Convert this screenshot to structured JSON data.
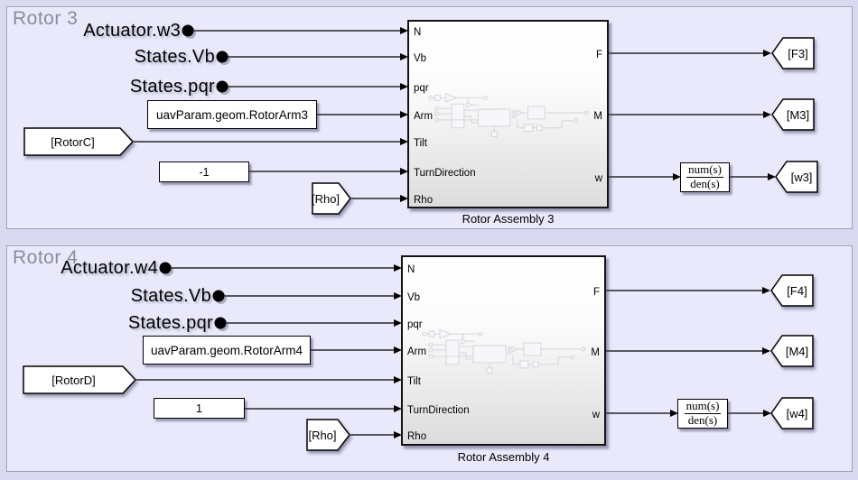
{
  "colors": {
    "canvas_bg": "#d9daf0",
    "area_bg": "#e9e9fb",
    "area_border": "#9c9dbb",
    "area_label": "#8b8b9d",
    "block_fill_top": "#ffffff",
    "block_fill_bottom": "#dcdcdc",
    "wire": "#000000"
  },
  "sections": [
    {
      "label": "Rotor 3",
      "signals": [
        {
          "label": "Actuator.w3"
        },
        {
          "label": "States.Vb"
        },
        {
          "label": "States.pqr"
        }
      ],
      "param_block": {
        "label": "uavParam.geom.RotorArm3"
      },
      "constant": {
        "label": "-1"
      },
      "from_tags": [
        {
          "label": "[RotorC]"
        },
        {
          "label": "[Rho]"
        }
      ],
      "subsystem": {
        "name": "Rotor Assembly 3",
        "input_ports": [
          "N",
          "Vb",
          "pqr",
          "Arm",
          "Tilt",
          "TurnDirection",
          "Rho"
        ],
        "output_ports": [
          "F",
          "M",
          "w"
        ]
      },
      "transfer_fn": {
        "numerator": "num(s)",
        "denominator": "den(s)"
      },
      "goto_tags": [
        {
          "label": "[F3]"
        },
        {
          "label": "[M3]"
        },
        {
          "label": "[w3]"
        }
      ]
    },
    {
      "label": "Rotor 4",
      "signals": [
        {
          "label": "Actuator.w4"
        },
        {
          "label": "States.Vb"
        },
        {
          "label": "States.pqr"
        }
      ],
      "param_block": {
        "label": "uavParam.geom.RotorArm4"
      },
      "constant": {
        "label": "1"
      },
      "from_tags": [
        {
          "label": "[RotorD]"
        },
        {
          "label": "[Rho]"
        }
      ],
      "subsystem": {
        "name": "Rotor Assembly 4",
        "input_ports": [
          "N",
          "Vb",
          "pqr",
          "Arm",
          "Tilt",
          "TurnDirection",
          "Rho"
        ],
        "output_ports": [
          "F",
          "M",
          "w"
        ]
      },
      "transfer_fn": {
        "numerator": "num(s)",
        "denominator": "den(s)"
      },
      "goto_tags": [
        {
          "label": "[F4]"
        },
        {
          "label": "[M4]"
        },
        {
          "label": "[w4]"
        }
      ]
    }
  ]
}
